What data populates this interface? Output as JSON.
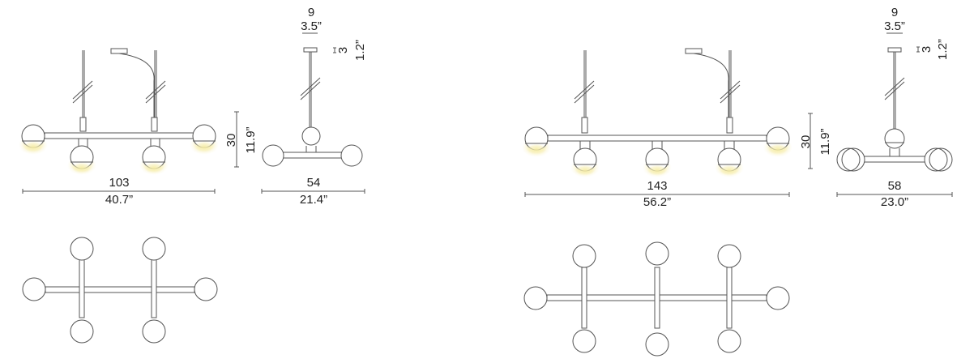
{
  "lamp_small": {
    "front_width": {
      "metric": "103",
      "imperial": "40.7”"
    },
    "front_height": {
      "metric": "30",
      "imperial": "11.9”"
    },
    "side_width": {
      "metric": "54",
      "imperial": "21.4”"
    },
    "canopy_width": {
      "metric": "9",
      "imperial": "3.5”"
    },
    "canopy_height": {
      "metric": "3",
      "imperial": "1.2”"
    }
  },
  "lamp_large": {
    "front_width": {
      "metric": "143",
      "imperial": "56.2”"
    },
    "front_height": {
      "metric": "30",
      "imperial": "11.9”"
    },
    "side_width": {
      "metric": "58",
      "imperial": "23.0”"
    },
    "canopy_width": {
      "metric": "9",
      "imperial": "3.5”"
    },
    "canopy_height": {
      "metric": "3",
      "imperial": "1.2”"
    }
  },
  "colors": {
    "line": "#555555",
    "glow": "#f3e9a6",
    "globe_fill": "#ffffff"
  }
}
